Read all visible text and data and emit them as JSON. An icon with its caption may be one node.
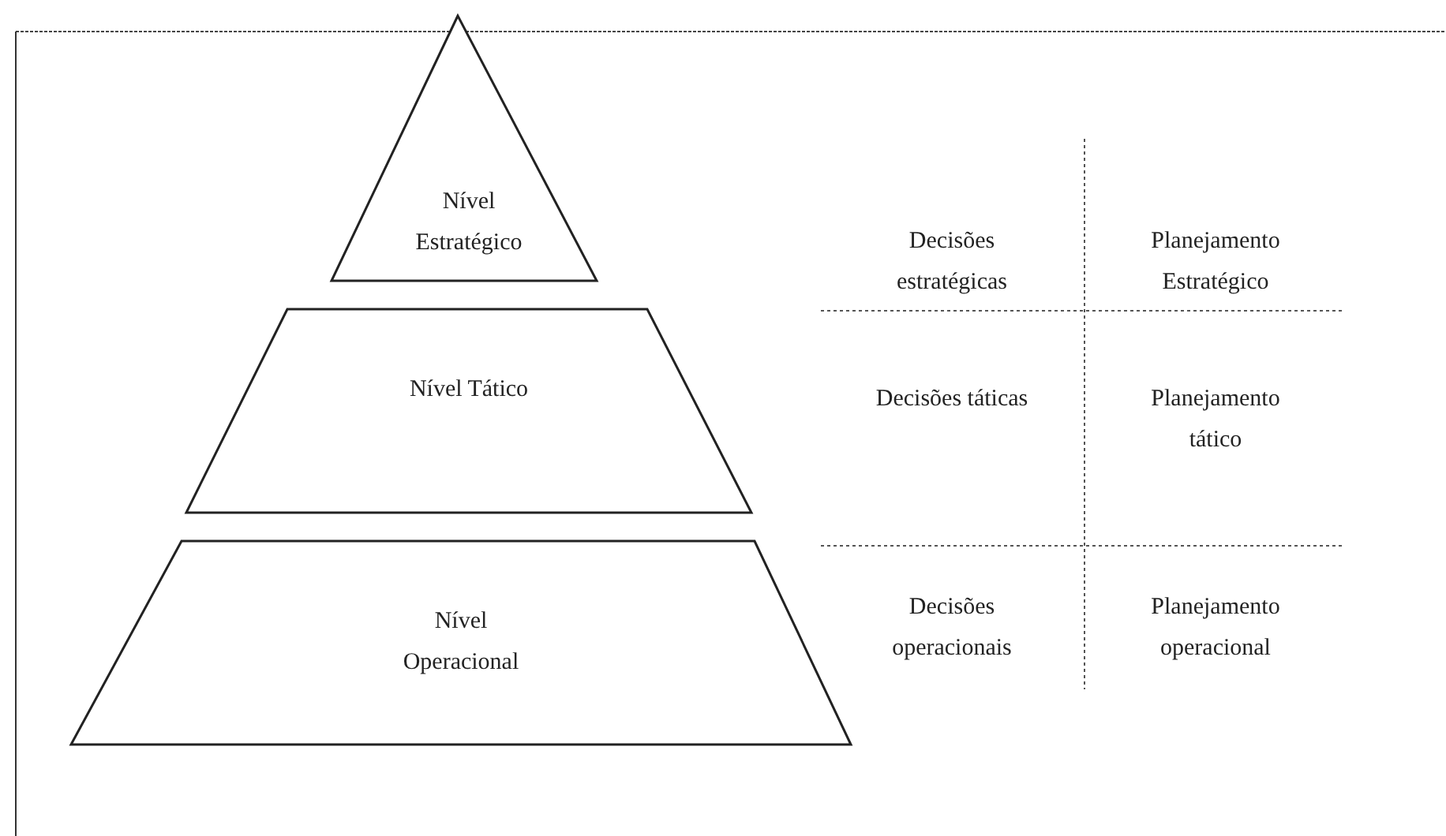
{
  "diagram": {
    "nodes": [
      {
        "text": [
          "Nível Estratégico"
        ]
      },
      {
        "text": [
          "Nível Tático"
        ]
      },
      {
        "text": [
          "Nível Operacional"
        ]
      }
    ],
    "labels": [
      "Decisões estratégicas",
      "Planejamento Estratégico",
      "Decisões táticas",
      "Planejamento tático",
      "Decisões operacionais",
      "Planejamento operacional"
    ]
  }
}
